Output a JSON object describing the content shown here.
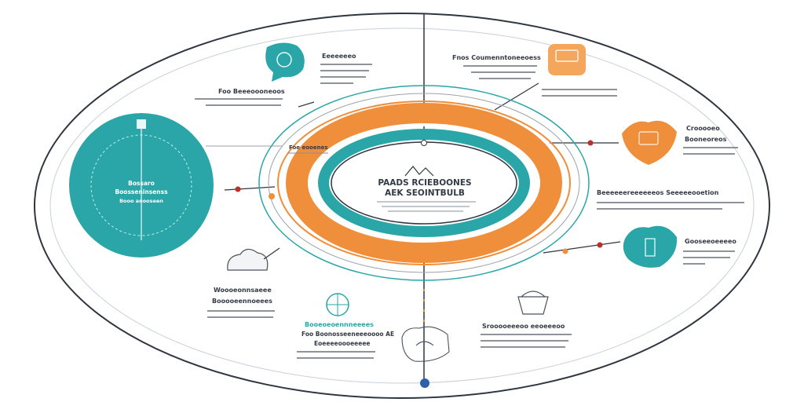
{
  "colors": {
    "teal": "#2aa6a8",
    "teal_dark": "#1d8f92",
    "orange": "#ef8e3b",
    "orange_light": "#f4a65c",
    "line": "#2f3640",
    "red_dot": "#b8322a",
    "blue_dot": "#2e5fa8"
  },
  "labels": {
    "center_line1": "PAADS RCIEBOONES",
    "center_line2": "AEK SEOINTBULB",
    "left_circle_line1": "Bossaro",
    "left_circle_line2": "Boosseninsenss",
    "left_circle_line3": "Booo anooseen",
    "top_left_title": "Foo Beeeoooneoos",
    "top_icon_title": "Eeeeeeeo",
    "top_right_title": "Fnos Coumenntoneeoess",
    "right_top_title1": "Crooooeo",
    "right_top_title2": "Booneoreos",
    "right_mid_title": "Beeeeeereeeeeeos Seeeeeooetion",
    "right_bottom_title": "Gooseeoeeeeo",
    "ring_tag": "Foe eooenes",
    "bottom_left_title1": "Woooeonnsaeee",
    "bottom_left_title2": "Booooeennoeees",
    "bottom_center_title1": "Booeoeoennneeees",
    "bottom_center_title2": "Foo Boonosseeneeeoooo AE",
    "bottom_center_title3": "Eoeeeeoooeeeee",
    "bottom_right_title": "Srooooeeeoo eeoeeeoo"
  },
  "icons": [
    "chat-bubble-icon",
    "document-icon",
    "shield-icon",
    "security-badge-icon",
    "cloud-icon",
    "globe-icon",
    "basket-icon",
    "hand-icon"
  ]
}
